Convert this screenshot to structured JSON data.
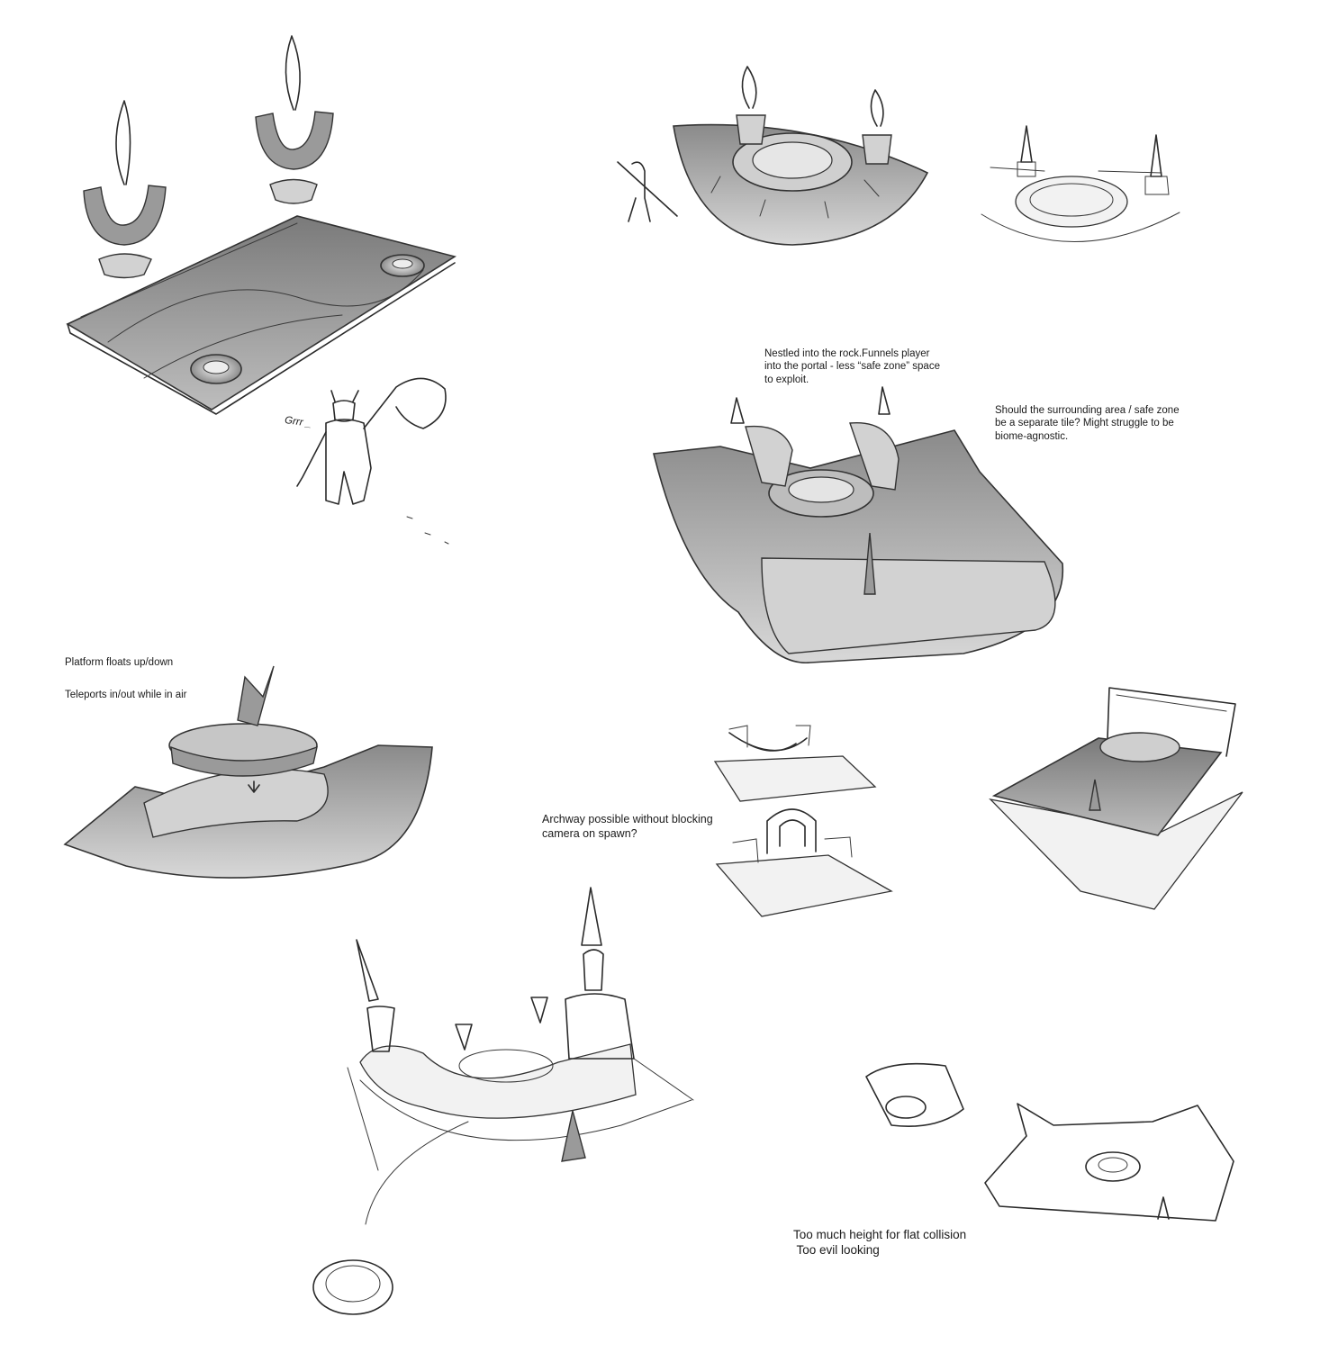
{
  "notes": {
    "nestled": "Nestled into the rock.Funnels player\n into the portal - less “safe zone” space\n to exploit.",
    "separate_tile": "Should the surrounding area / safe zone\nbe a separate tile? Might struggle to be\nbiome-agnostic.",
    "platform_floats": "Platform floats up/down",
    "teleports": "Teleports in/out while in air",
    "archway": "Archway possible without blocking\ncamera on spawn?",
    "too_much_height": "Too much height for flat collision",
    "too_evil": " Too evil looking",
    "grrr": "Grrr _"
  }
}
